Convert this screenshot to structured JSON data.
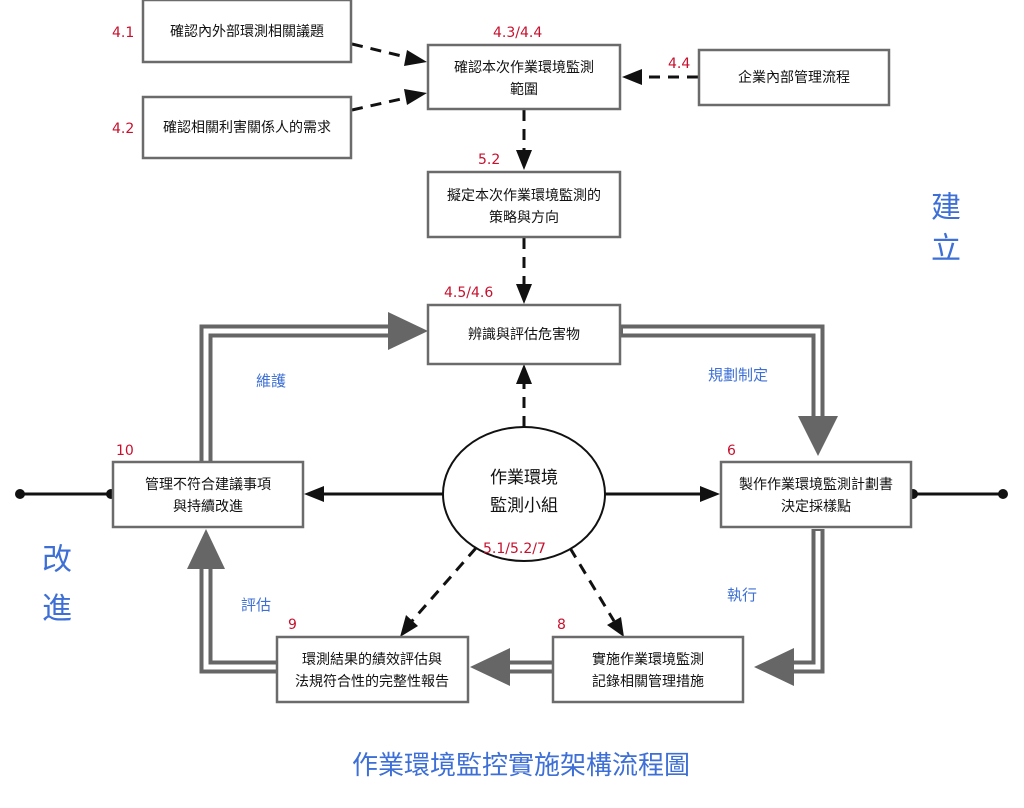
{
  "title": "作業環境監控實施架構流程圖",
  "phases": {
    "establish": [
      "建",
      "立"
    ],
    "improve": [
      "改",
      "進"
    ]
  },
  "edge_labels": {
    "maintain": "維護",
    "plan": "規劃制定",
    "execute": "執行",
    "evaluate": "評估"
  },
  "center": {
    "lines": [
      "作業環境",
      "監測小組"
    ],
    "number": "5.1/5.2/7"
  },
  "nodes": {
    "internal_external": {
      "number": "4.1",
      "lines": [
        "確認內外部環測相關議題"
      ]
    },
    "stakeholders": {
      "number": "4.2",
      "lines": [
        "確認相關利害關係人的需求"
      ]
    },
    "scope": {
      "number": "4.3/4.4",
      "lines": [
        "確認本次作業環境監測",
        "範圍"
      ]
    },
    "internal_process": {
      "number": "4.4",
      "lines": [
        "企業內部管理流程"
      ]
    },
    "strategy": {
      "number": "5.2",
      "lines": [
        "擬定本次作業環境監測的",
        "策略與方向"
      ]
    },
    "hazards": {
      "number": "4.5/4.6",
      "lines": [
        "辨識與評估危害物"
      ]
    },
    "plan": {
      "number": "6",
      "lines": [
        "製作作業環境監測計劃書",
        "決定採樣點"
      ]
    },
    "implement": {
      "number": "8",
      "lines": [
        "實施作業環境監測",
        "記錄相關管理措施"
      ]
    },
    "results": {
      "number": "9",
      "lines": [
        "環測結果的績效評估與",
        "法規符合性的完整性報告"
      ]
    },
    "nonconform": {
      "number": "10",
      "lines": [
        "管理不符合建議事項",
        "與持續改進"
      ]
    }
  },
  "colors": {
    "box_border": "#6b6b6b",
    "number_red": "#c8102e",
    "label_blue": "#3d6fd6",
    "double_arrow_gray": "#666666"
  }
}
